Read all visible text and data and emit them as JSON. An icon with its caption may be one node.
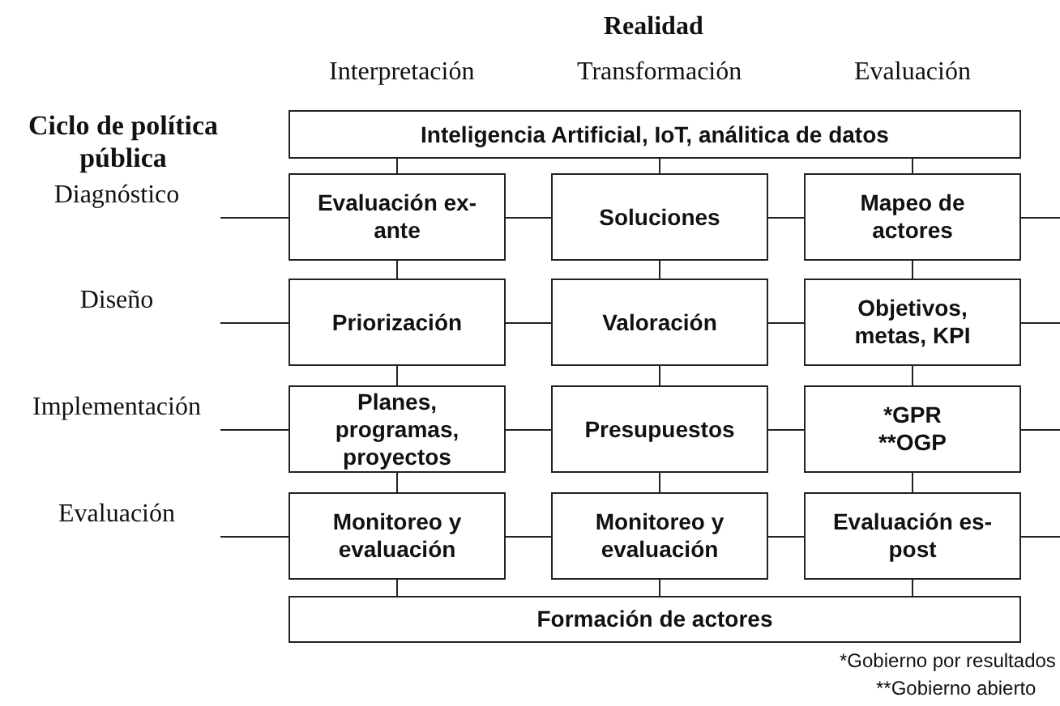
{
  "diagram": {
    "nodes": [
      {
        "text": [
          "Inteligencia Artificial, IoT, análitica de datos"
        ]
      },
      {
        "text": [
          "Diagnóstico"
        ]
      },
      {
        "text": [
          "Evaluación ex-ante"
        ]
      },
      {
        "text": [
          "Soluciones"
        ]
      },
      {
        "text": [
          "Mapeo de actores"
        ]
      },
      {
        "text": [
          "Diseño"
        ]
      },
      {
        "text": [
          "Priorización"
        ]
      },
      {
        "text": [
          "Valoración"
        ]
      },
      {
        "text": [
          "Objetivos, metas, KPI"
        ]
      },
      {
        "text": [
          "Implementación"
        ]
      },
      {
        "text": [
          "Planes, programas, proyectos"
        ]
      },
      {
        "text": [
          "Presupuestos"
        ]
      },
      {
        "text": [
          "*GPR **OGP"
        ]
      },
      {
        "text": [
          "Evaluación"
        ]
      },
      {
        "text": [
          "Monitoreo y evaluación"
        ]
      },
      {
        "text": [
          "Monitoreo y evaluación"
        ]
      },
      {
        "text": [
          "Evaluación es-post"
        ]
      },
      {
        "text": [
          "Formación de actores"
        ]
      }
    ],
    "edges": [
      {
        "from": 1,
        "to": 2,
        "arrow": "none"
      },
      {
        "from": 2,
        "to": 3,
        "arrow": "none"
      },
      {
        "from": 3,
        "to": 4,
        "arrow": "none"
      },
      {
        "from": 4,
        "to": null,
        "arrow": "none"
      },
      {
        "from": 5,
        "to": 6,
        "arrow": "none"
      },
      {
        "from": 6,
        "to": 7,
        "arrow": "none"
      },
      {
        "from": 7,
        "to": 8,
        "arrow": "none"
      },
      {
        "from": 8,
        "to": null,
        "arrow": "none"
      },
      {
        "from": 9,
        "to": 10,
        "arrow": "none"
      },
      {
        "from": 10,
        "to": 11,
        "arrow": "none"
      },
      {
        "from": 11,
        "to": 12,
        "arrow": "none"
      },
      {
        "from": 12,
        "to": null,
        "arrow": "none"
      },
      {
        "from": 13,
        "to": 14,
        "arrow": "none"
      },
      {
        "from": 14,
        "to": 15,
        "arrow": "none"
      },
      {
        "from": 15,
        "to": 16,
        "arrow": "none"
      },
      {
        "from": 16,
        "to": null,
        "arrow": "none"
      },
      {
        "from": 0,
        "to": 2,
        "arrow": "none"
      },
      {
        "from": 0,
        "to": 3,
        "arrow": "none"
      },
      {
        "from": 0,
        "to": 4,
        "arrow": "none"
      },
      {
        "from": 2,
        "to": 6,
        "arrow": "none"
      },
      {
        "from": 3,
        "to": 7,
        "arrow": "none"
      },
      {
        "from": 4,
        "to": 8,
        "arrow": "none"
      },
      {
        "from": 6,
        "to": 10,
        "arrow": "none"
      },
      {
        "from": 7,
        "to": 11,
        "arrow": "none"
      },
      {
        "from": 8,
        "to": 12,
        "arrow": "none"
      },
      {
        "from": 10,
        "to": 14,
        "arrow": "none"
      },
      {
        "from": 11,
        "to": 15,
        "arrow": "none"
      },
      {
        "from": 12,
        "to": 16,
        "arrow": "none"
      },
      {
        "from": 14,
        "to": 17,
        "arrow": "none"
      },
      {
        "from": 15,
        "to": 17,
        "arrow": "none"
      },
      {
        "from": 16,
        "to": 17,
        "arrow": "none"
      }
    ],
    "labels": [
      "Realidad",
      "Interpretación",
      "Transformación",
      "Evaluación",
      "Ciclo de política pública",
      "*Gobierno por resultados",
      "**Gobierno abierto"
    ]
  }
}
